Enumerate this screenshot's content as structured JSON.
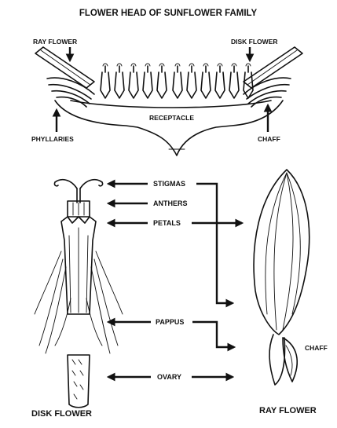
{
  "title": "FLOWER HEAD OF SUNFLOWER FAMILY",
  "head_labels": {
    "ray_flower": "RAY FLOWER",
    "disk_flower": "DISK FLOWER",
    "phyllaries": "PHYLLARIES",
    "chaff": "CHAFF",
    "receptacle": "RECEPTACLE"
  },
  "part_labels": {
    "stigmas": "STIGMAS",
    "anthers": "ANTHERS",
    "petals": "PETALS",
    "pappus": "PAPPUS",
    "ovary": "OVARY",
    "chaff": "CHAFF"
  },
  "bottom_labels": {
    "disk_flower": "DISK FLOWER",
    "ray_flower": "RAY FLOWER"
  }
}
